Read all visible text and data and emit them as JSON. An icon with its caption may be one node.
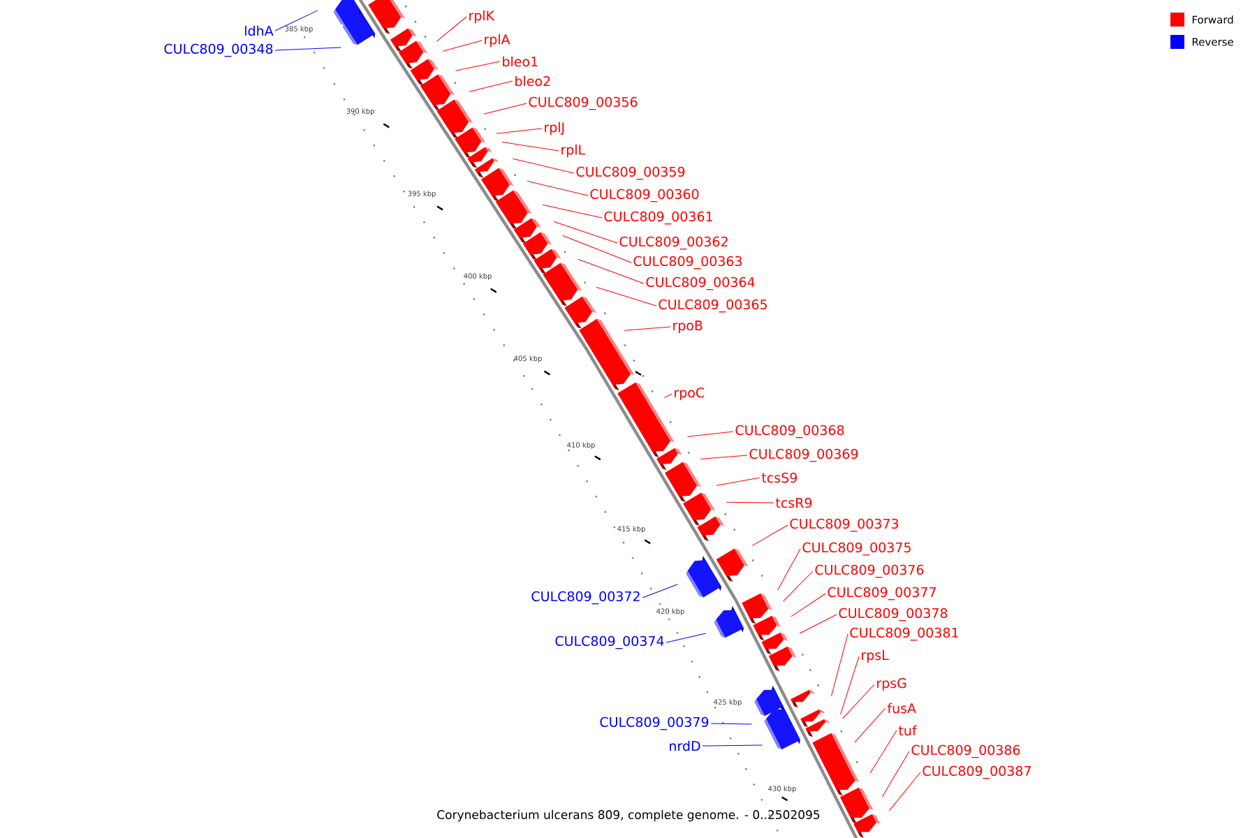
{
  "diagram": {
    "caption": "Corynebacterium ulcerans 809, complete genome. - 0..2502095",
    "nodes": [
      {
        "text": [
          "rplK"
        ]
      },
      {
        "text": [
          "ldhA"
        ]
      },
      {
        "text": [
          "rplA"
        ]
      },
      {
        "text": [
          "CULC809_00348"
        ]
      },
      {
        "text": [
          "bleo1"
        ]
      },
      {
        "text": [
          "bleo2"
        ]
      },
      {
        "text": [
          "CULC809_00356"
        ]
      },
      {
        "text": [
          "rplJ"
        ]
      },
      {
        "text": [
          "rplL"
        ]
      },
      {
        "text": [
          "CULC809_00359"
        ]
      },
      {
        "text": [
          "CULC809_00360"
        ]
      },
      {
        "text": [
          "CULC809_00361"
        ]
      },
      {
        "text": [
          "CULC809_00362"
        ]
      },
      {
        "text": [
          "CULC809_00363"
        ]
      },
      {
        "text": [
          "CULC809_00364"
        ]
      },
      {
        "text": [
          "CULC809_00365"
        ]
      },
      {
        "text": [
          "rpoB"
        ]
      },
      {
        "text": [
          "rpoC"
        ]
      },
      {
        "text": [
          "CULC809_00368"
        ]
      },
      {
        "text": [
          "CULC809_00369"
        ]
      },
      {
        "text": [
          "tcsS9"
        ]
      },
      {
        "text": [
          "tcsR9"
        ]
      },
      {
        "text": [
          "CULC809_00373"
        ]
      },
      {
        "text": [
          "CULC809_00375"
        ]
      },
      {
        "text": [
          "CULC809_00376"
        ]
      },
      {
        "text": [
          "CULC809_00377"
        ]
      },
      {
        "text": [
          "CULC809_00372"
        ]
      },
      {
        "text": [
          "CULC809_00378"
        ]
      },
      {
        "text": [
          "CULC809_00381"
        ]
      },
      {
        "text": [
          "CULC809_00374"
        ]
      },
      {
        "text": [
          "rpsL"
        ]
      },
      {
        "text": [
          "rpsG"
        ]
      },
      {
        "text": [
          "fusA"
        ]
      },
      {
        "text": [
          "CULC809_00379"
        ]
      },
      {
        "text": [
          "tuf"
        ]
      },
      {
        "text": [
          "nrdD"
        ]
      },
      {
        "text": [
          "CULC809_00386"
        ]
      },
      {
        "text": [
          "CULC809_00387"
        ]
      }
    ],
    "edges": [
      {
        "from": 0,
        "to": null,
        "arrow": "none"
      },
      {
        "from": 1,
        "to": null,
        "arrow": "none",
        "color": "#0000ff"
      },
      {
        "from": 2,
        "to": null,
        "arrow": "none"
      },
      {
        "from": 3,
        "to": null,
        "arrow": "none",
        "color": "#0000ff"
      },
      {
        "from": 4,
        "to": null,
        "arrow": "none"
      },
      {
        "from": 5,
        "to": null,
        "arrow": "none"
      },
      {
        "from": 6,
        "to": null,
        "arrow": "none"
      },
      {
        "from": 7,
        "to": null,
        "arrow": "none"
      },
      {
        "from": 8,
        "to": null,
        "arrow": "none"
      },
      {
        "from": 9,
        "to": null,
        "arrow": "none"
      },
      {
        "from": 10,
        "to": null,
        "arrow": "none"
      },
      {
        "from": 11,
        "to": null,
        "arrow": "none"
      },
      {
        "from": 12,
        "to": null,
        "arrow": "none"
      },
      {
        "from": 13,
        "to": null,
        "arrow": "none"
      },
      {
        "from": 14,
        "to": null,
        "arrow": "none"
      },
      {
        "from": 15,
        "to": null,
        "arrow": "none"
      },
      {
        "from": 16,
        "to": null,
        "arrow": "none"
      },
      {
        "from": 17,
        "to": null,
        "arrow": "none"
      },
      {
        "from": 18,
        "to": null,
        "arrow": "none"
      },
      {
        "from": 19,
        "to": null,
        "arrow": "none"
      },
      {
        "from": 20,
        "to": null,
        "arrow": "none"
      },
      {
        "from": 21,
        "to": null,
        "arrow": "none"
      },
      {
        "from": 22,
        "to": null,
        "arrow": "none"
      },
      {
        "from": 23,
        "to": null,
        "arrow": "none"
      },
      {
        "from": 24,
        "to": null,
        "arrow": "none"
      },
      {
        "from": 25,
        "to": null,
        "arrow": "none"
      },
      {
        "from": 26,
        "to": null,
        "arrow": "none",
        "color": "#0000ff"
      },
      {
        "from": 27,
        "to": null,
        "arrow": "none"
      },
      {
        "from": 28,
        "to": null,
        "arrow": "none"
      },
      {
        "from": 29,
        "to": null,
        "arrow": "none",
        "color": "#0000ff"
      },
      {
        "from": 30,
        "to": null,
        "arrow": "none"
      },
      {
        "from": 31,
        "to": null,
        "arrow": "none"
      },
      {
        "from": 32,
        "to": null,
        "arrow": "none"
      },
      {
        "from": 33,
        "to": null,
        "arrow": "none",
        "color": "#0000ff"
      },
      {
        "from": 34,
        "to": null,
        "arrow": "none"
      },
      {
        "from": 35,
        "to": null,
        "arrow": "none",
        "color": "#0000ff"
      },
      {
        "from": 36,
        "to": null,
        "arrow": "none"
      },
      {
        "from": 37,
        "to": null,
        "arrow": "none"
      }
    ],
    "labels": [
      "385 kbp",
      "390 kbp",
      "395 kbp",
      "400 kbp",
      "405 kbp",
      "410 kbp",
      "415 kbp",
      "420 kbp",
      "425 kbp",
      "430 kbp"
    ],
    "legend": [
      {
        "text": "Forward",
        "color": "#ff0000"
      },
      {
        "text": "Reverse",
        "color": "#0000ff"
      }
    ]
  }
}
